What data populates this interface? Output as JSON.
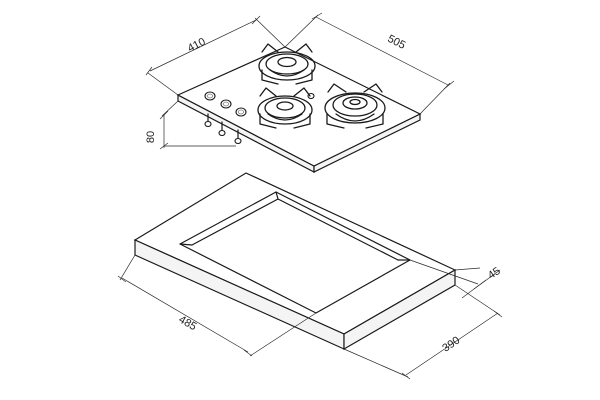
{
  "dimensions": {
    "hob_depth": "410",
    "hob_width": "505",
    "hob_height": "80",
    "cutout_depth": "485",
    "cutout_width": "390",
    "cutout_thickness": "45"
  }
}
